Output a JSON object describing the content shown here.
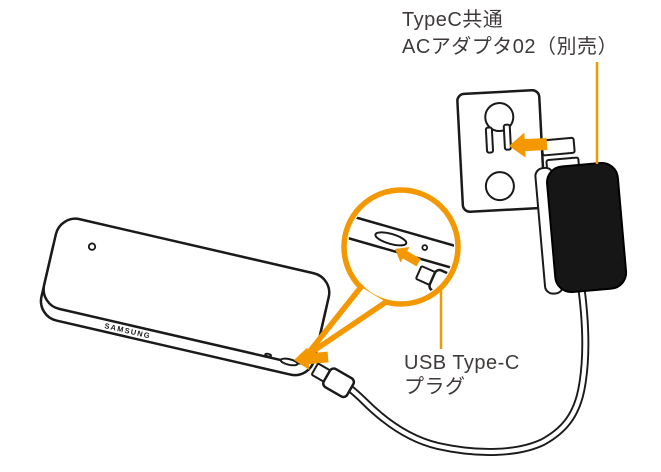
{
  "diagram": {
    "adapter_label": {
      "line1": "TypeC共通",
      "line2": "ACアダプタ02（別売）"
    },
    "plug_label": {
      "line1": "USB Type-C",
      "line2": "プラグ"
    },
    "phone": {
      "brand": "SAMSUNG"
    },
    "colors": {
      "accent": "#F39800",
      "outline": "#1A1A1A",
      "text": "#3E3A39",
      "adapter_body": "#161616"
    }
  }
}
